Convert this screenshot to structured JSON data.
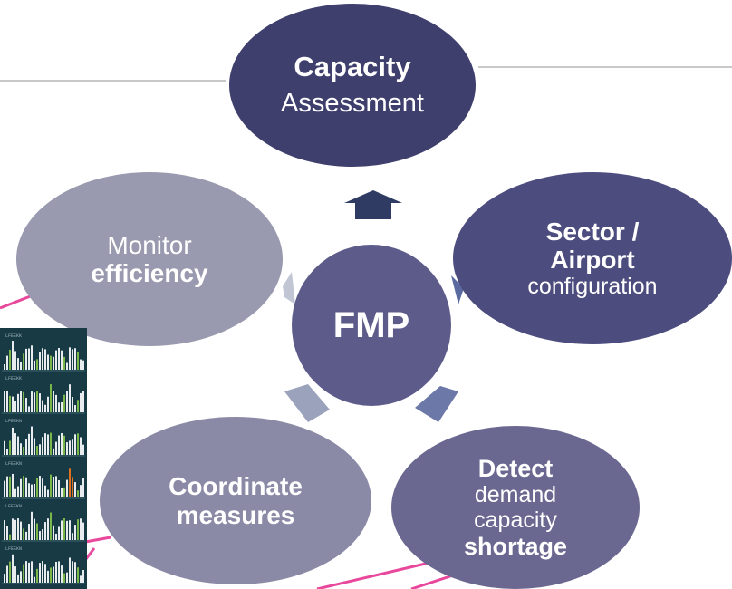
{
  "nodes": {
    "capacity": {
      "l1": "Capacity",
      "l2": "Assessment",
      "color": "#3f3f6d"
    },
    "sector": {
      "l1": "Sector /",
      "l2": "Airport",
      "l3": "configuration",
      "color": "#4d4c7e"
    },
    "monitor": {
      "l1": "Monitor",
      "l2": "efficiency",
      "color": "#9999af"
    },
    "fmp": {
      "l1": "FMP",
      "color": "#5d5b8a"
    },
    "coordinate": {
      "l1": "Coordinate",
      "l2": "measures",
      "color": "#8b8aa6"
    },
    "detect": {
      "l1": "Detect",
      "l2": "demand",
      "l3": "capacity",
      "l4": "shortage",
      "color": "#6a6890"
    }
  },
  "thumbnail": {
    "labels": [
      "LFEEKK",
      "LFEEKK",
      "LFEEKN",
      "LFEEKN",
      "LFEEKN",
      "LFEEKN"
    ],
    "bar_color": "#e8ecef",
    "highlight_color": "#7ab648",
    "alert_color": "#e07020"
  },
  "colors": {
    "callout_line": "#e8489c",
    "divider": "#c9c9c9"
  }
}
